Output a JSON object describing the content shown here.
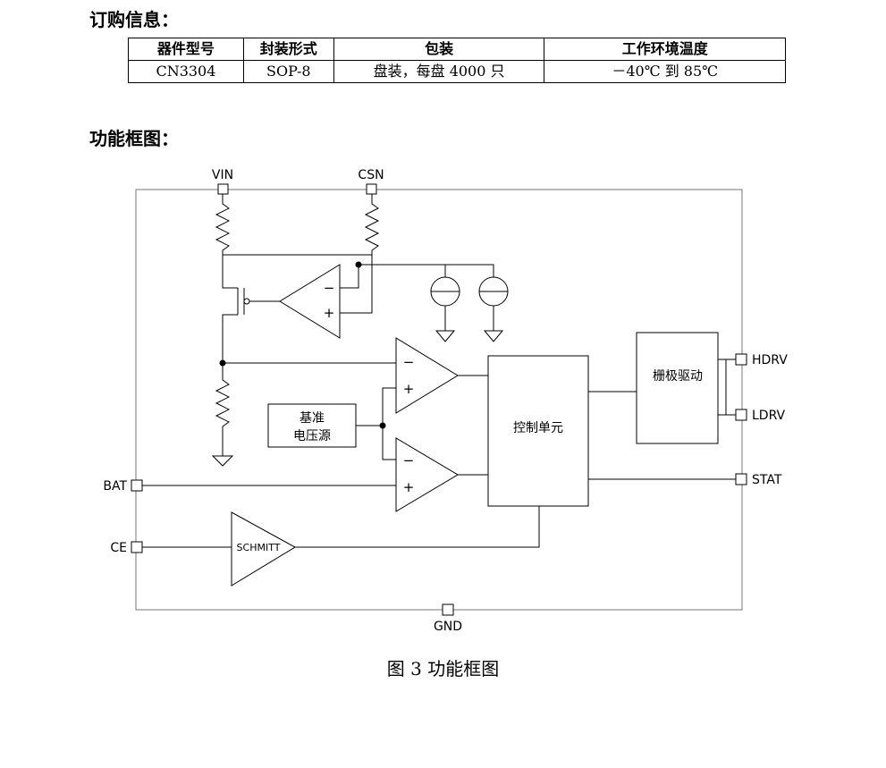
{
  "ordering": {
    "heading": "订购信息：",
    "columns": [
      "器件型号",
      "封装形式",
      "包装",
      "工作环境温度"
    ],
    "rows": [
      [
        "CN3304",
        "SOP-8",
        "盘装，每盘 4000 只",
        "－40℃ 到 85℃"
      ]
    ]
  },
  "block_diagram": {
    "heading": "功能框图：",
    "pins": {
      "vin": "VIN",
      "csn": "CSN",
      "bat": "BAT",
      "ce": "CE",
      "gnd": "GND",
      "hdrv": "HDRV",
      "ldrv": "LDRV",
      "stat": "STAT"
    },
    "blocks": {
      "reference_line1": "基准",
      "reference_line2": "电压源",
      "control_unit": "控制单元",
      "gate_driver": "栅极驱动",
      "schmitt": "SCHMITT"
    },
    "comparator_signs": {
      "minus": "−",
      "plus": "+"
    },
    "caption": "图 3  功能框图"
  }
}
